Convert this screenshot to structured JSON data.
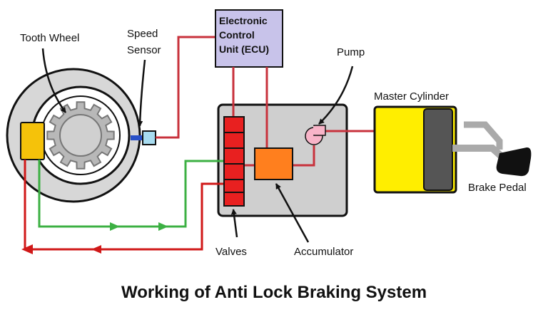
{
  "title": "Working of Anti Lock Braking System",
  "labels": {
    "tooth_wheel": "Tooth Wheel",
    "speed_sensor_1": "Speed",
    "speed_sensor_2": "Sensor",
    "ecu_1": "Electronic",
    "ecu_2": "Control",
    "ecu_3": "Unit (ECU)",
    "pump": "Pump",
    "master_cylinder": "Master Cylinder",
    "brake_pedal": "Brake Pedal",
    "valves": "Valves",
    "accumulator": "Accumulator"
  },
  "colors": {
    "wire_red": "#c8323c",
    "line_green": "#3cb043",
    "arrow_red": "#d01818",
    "ecu_fill": "#c8c3ea",
    "unit_fill": "#cfcfcf",
    "valve_red": "#e82020",
    "accumulator_orange": "#ff7f1e",
    "pump_pink": "#f8b4c8",
    "cylinder_yellow": "#ffee00",
    "cylinder_grey": "#555555",
    "sensor_blue": "#2850c8",
    "wheel_sensor_yellow": "#f5c20a"
  }
}
